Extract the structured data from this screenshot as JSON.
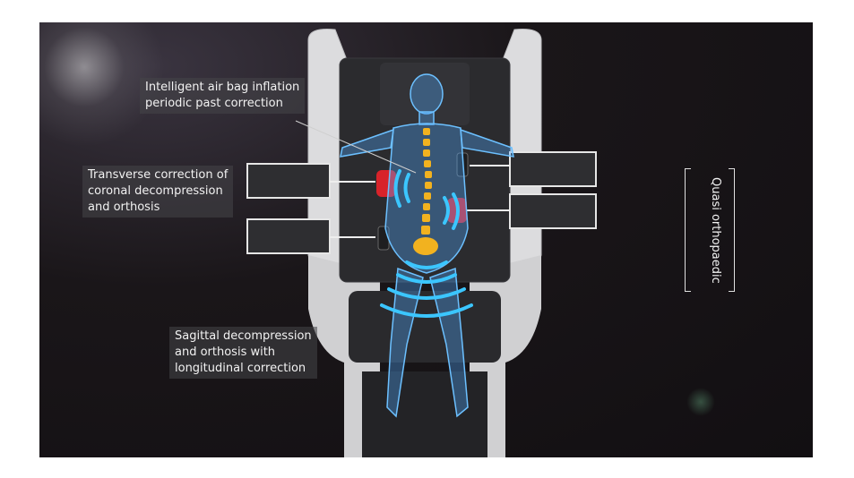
{
  "labels": {
    "airbag": [
      "Intelligent air bag inflation",
      "periodic past correction"
    ],
    "transverse": [
      "Transverse correction of",
      "coronal decompression",
      "and orthosis"
    ],
    "sagittal": [
      "Sagittal decompression",
      "and orthosis with",
      "longitudinal correction"
    ],
    "quasi": "Quasi orthopaedic"
  },
  "colors": {
    "background": "#161216",
    "frame": "#e8e8ea",
    "body_hologram": "#4fa8ff",
    "spine": "#f2b21f",
    "airbag_pad": "#d8232a",
    "waves": "#3bc6ff"
  }
}
